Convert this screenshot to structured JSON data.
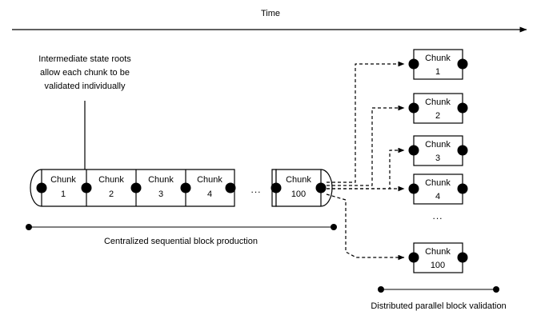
{
  "diagram": {
    "title": "Time",
    "background_color": "#ffffff",
    "stroke_color": "#000000",
    "annotation": {
      "line1": "Intermediate state roots",
      "line2": "allow each chunk to be",
      "line3": "validated individually"
    },
    "sequential_chain": {
      "caption": "Centralized sequential block production",
      "ellipsis": "...",
      "chunks": [
        {
          "label": "Chunk",
          "number": "1"
        },
        {
          "label": "Chunk",
          "number": "2"
        },
        {
          "label": "Chunk",
          "number": "3"
        },
        {
          "label": "Chunk",
          "number": "4"
        },
        {
          "label": "Chunk",
          "number": "100"
        }
      ]
    },
    "parallel_validation": {
      "caption": "Distributed parallel block validation",
      "ellipsis": "...",
      "chunks": [
        {
          "label": "Chunk",
          "number": "1"
        },
        {
          "label": "Chunk",
          "number": "2"
        },
        {
          "label": "Chunk",
          "number": "3"
        },
        {
          "label": "Chunk",
          "number": "4"
        },
        {
          "label": "Chunk",
          "number": "100"
        }
      ]
    }
  }
}
